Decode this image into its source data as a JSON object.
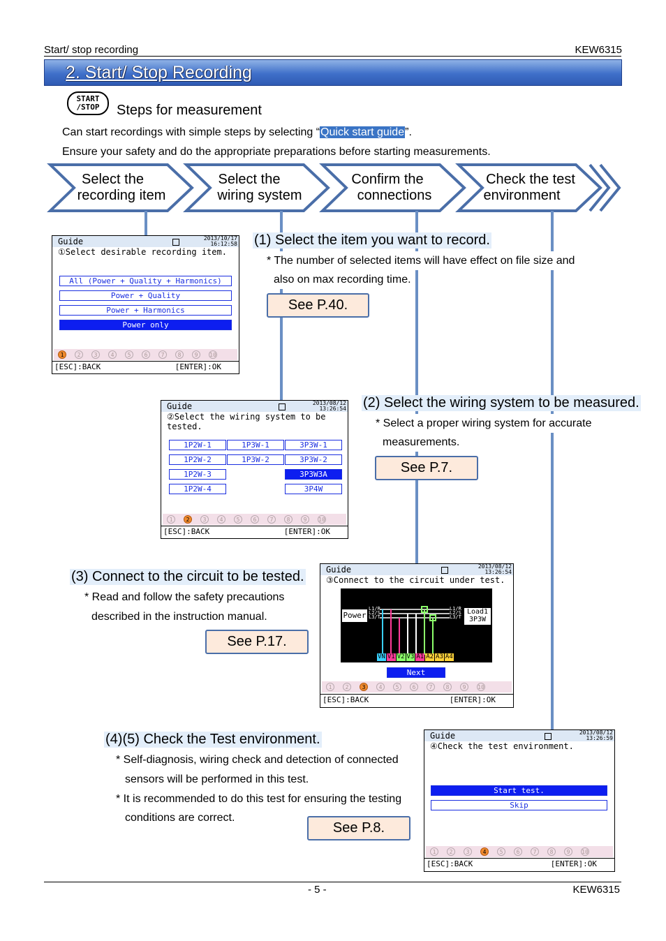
{
  "header": {
    "left": "Start/ stop recording",
    "right": "KEW6315"
  },
  "banner": {
    "title": "2. Start/ Stop Recording"
  },
  "key": {
    "line1": "START",
    "line2": "/STOP"
  },
  "intro": {
    "heading": "Steps for measurement",
    "line1_pre": "Can start recordings with simple steps by selecting “",
    "line1_hl": "Quick start guide",
    "line1_post": "”.",
    "line2": "Ensure your safety and do the appropriate preparations before starting measurements."
  },
  "steps": [
    {
      "l1": "Select the",
      "l2": "recording item"
    },
    {
      "l1": "Select the",
      "l2": "wiring system"
    },
    {
      "l1": "Confirm the",
      "l2": "connections"
    },
    {
      "l1": "Check the test",
      "l2": "environment"
    }
  ],
  "sec1": {
    "heading": "(1) Select the item you want to record.",
    "note1": "* The number of selected items will have effect on file size and",
    "note2": "also on max recording time.",
    "see": "See P.40."
  },
  "sec2": {
    "heading": "(2) Select the wiring system to be measured.",
    "note1": "* Select a proper wiring system for accurate",
    "note2": "measurements.",
    "see": "See P.7."
  },
  "sec3": {
    "heading": "(3) Connect to the circuit to be tested.",
    "note1": "* Read and follow the safety precautions",
    "note2": "described in the instruction manual.",
    "see": "See P.17."
  },
  "sec4": {
    "heading": "(4)(5) Check the Test environment.",
    "note1": "* Self-diagnosis, wiring check and detection of connected",
    "note2": "sensors will be performed in this test.",
    "note3": "* It is recommended to do this test for ensuring the testing",
    "note4": "conditions are correct.",
    "see": "See P.8."
  },
  "screen_common": {
    "title": "Guide",
    "back": "[ESC]:BACK",
    "ok": "[ENTER]:OK"
  },
  "screen1": {
    "date": "2013/10/17",
    "time": "16:12:58",
    "subtitle": "①Select desirable recording item.",
    "options": [
      "All (Power + Quality + Harmonics)",
      "Power + Quality",
      "Power + Harmonics",
      "Power only"
    ]
  },
  "screen2": {
    "date": "2013/08/12",
    "time": "13:26:54",
    "subtitle": "②Select the wiring system to be tested.",
    "options": [
      "1P2W-1",
      "1P3W-1",
      "3P3W-1",
      "1P2W-2",
      "1P3W-2",
      "3P3W-2",
      "1P2W-3",
      "3P3W3A",
      "1P2W-4",
      "3P4W"
    ]
  },
  "screen3": {
    "date": "2013/08/12",
    "time": "13:26:54",
    "subtitle": "③Connect to the circuit under test.",
    "power": "Power",
    "load": "Load1",
    "load_sys": "3P3W",
    "lines_left": [
      "L1/R",
      "L2/S",
      "L3/T"
    ],
    "lines_right": [
      "L1/R",
      "L2/S",
      "L3/T"
    ],
    "terminals": [
      "VN",
      "V1",
      "V2",
      "V3",
      "A1",
      "A2",
      "A3",
      "A4"
    ],
    "next": "Next"
  },
  "screen4": {
    "date": "2013/08/12",
    "time": "13:26:59",
    "subtitle": "④Check the test environment.",
    "options": [
      "Start test.",
      "Skip"
    ]
  },
  "dots": [
    "1",
    "2",
    "3",
    "4",
    "5",
    "6",
    "7",
    "8",
    "9",
    "10"
  ],
  "footer": {
    "page": "- 5 -",
    "right": "KEW6315"
  }
}
